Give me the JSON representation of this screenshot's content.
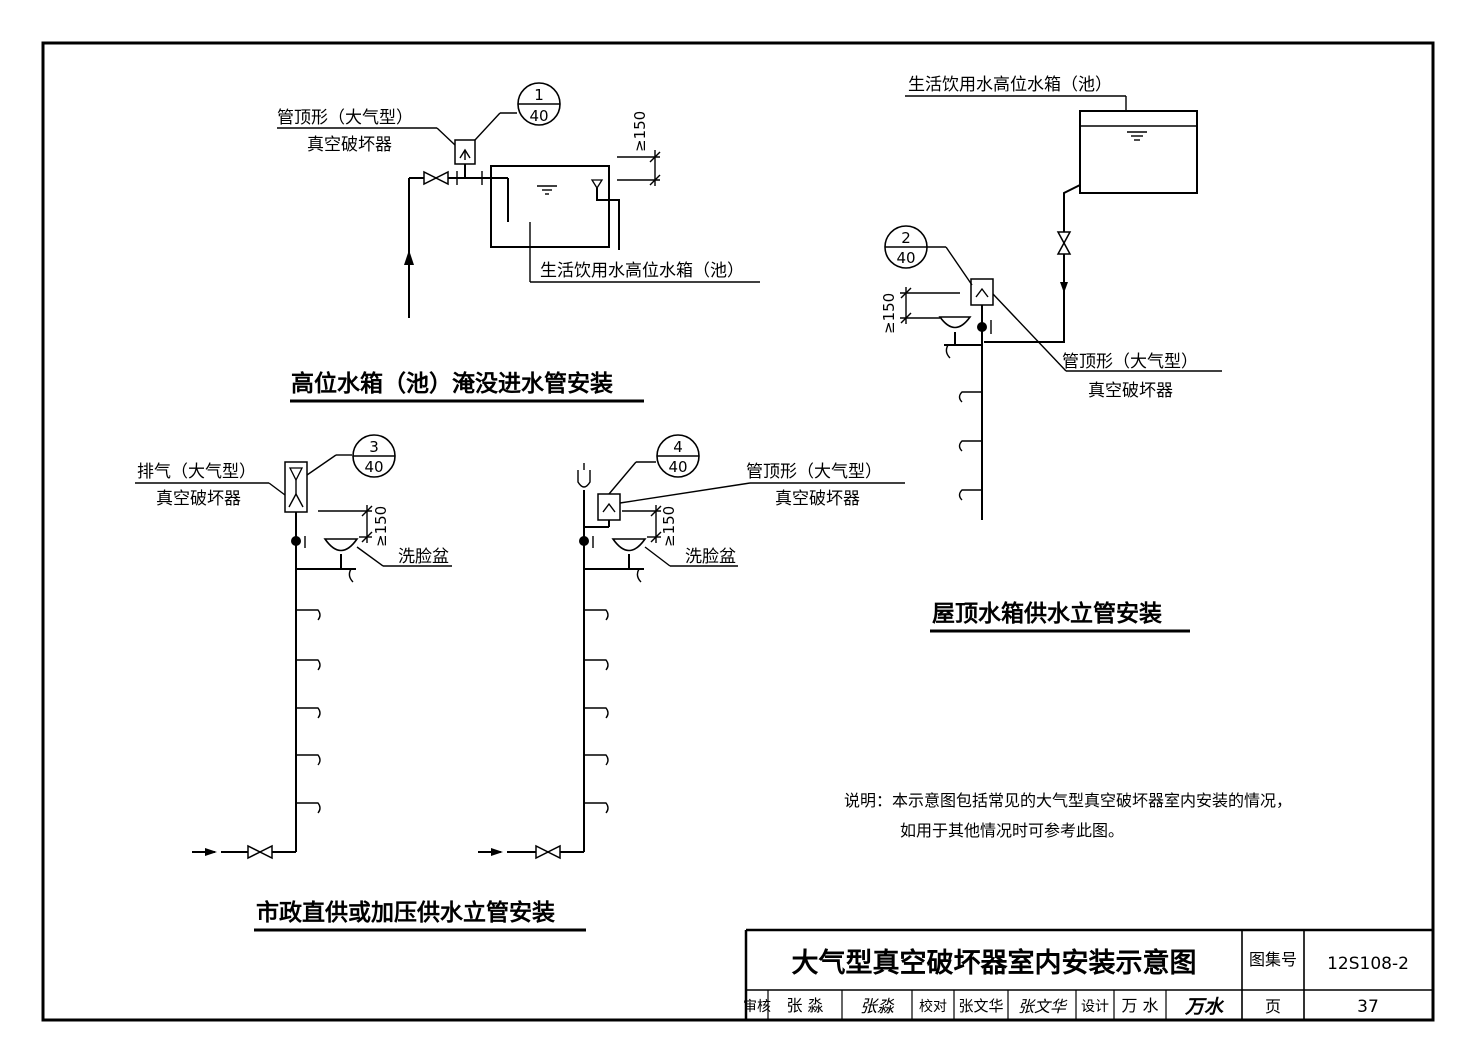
{
  "diagrams": {
    "top_left": {
      "title": "高位水箱（池）淹没进水管安装",
      "breaker_label_line1": "管顶形（大气型）",
      "breaker_label_line2": "真空破坏器",
      "ref_num": "1",
      "ref_page": "40",
      "dim": "≥150",
      "tank_label": "生活饮用水高位水箱（池）"
    },
    "top_right": {
      "title": "屋顶水箱供水立管安装",
      "tank_label": "生活饮用水高位水箱（池）",
      "ref_num": "2",
      "ref_page": "40",
      "dim": "≥150",
      "breaker_label_line1": "管顶形（大气型）",
      "breaker_label_line2": "真空破坏器"
    },
    "bottom_left": {
      "ref_num": "3",
      "ref_page": "40",
      "breaker_label_line1": "排气（大气型）",
      "breaker_label_line2": "真空破坏器",
      "dim": "≥150",
      "basin_label": "洗脸盆"
    },
    "bottom_mid": {
      "ref_num": "4",
      "ref_page": "40",
      "breaker_label_line1": "管顶形（大气型）",
      "breaker_label_line2": "真空破坏器",
      "dim": "≥150",
      "basin_label": "洗脸盆"
    },
    "bottom_title": "市政直供或加压供水立管安装"
  },
  "note": {
    "line1": "说明：本示意图包括常见的大气型真空破坏器室内安装的情况，",
    "line2": "如用于其他情况时可参考此图。"
  },
  "title_block": {
    "title": "大气型真空破坏器室内安装示意图",
    "atlas_label": "图集号",
    "atlas_no": "12S108-2",
    "page_label": "页",
    "page_no": "37",
    "review_label": "审核",
    "review_name": "张 淼",
    "review_sig": "张淼",
    "check_label": "校对",
    "check_name": "张文华",
    "check_sig": "张文华",
    "design_label": "设计",
    "design_name": "万 水",
    "design_sig": "万水"
  }
}
